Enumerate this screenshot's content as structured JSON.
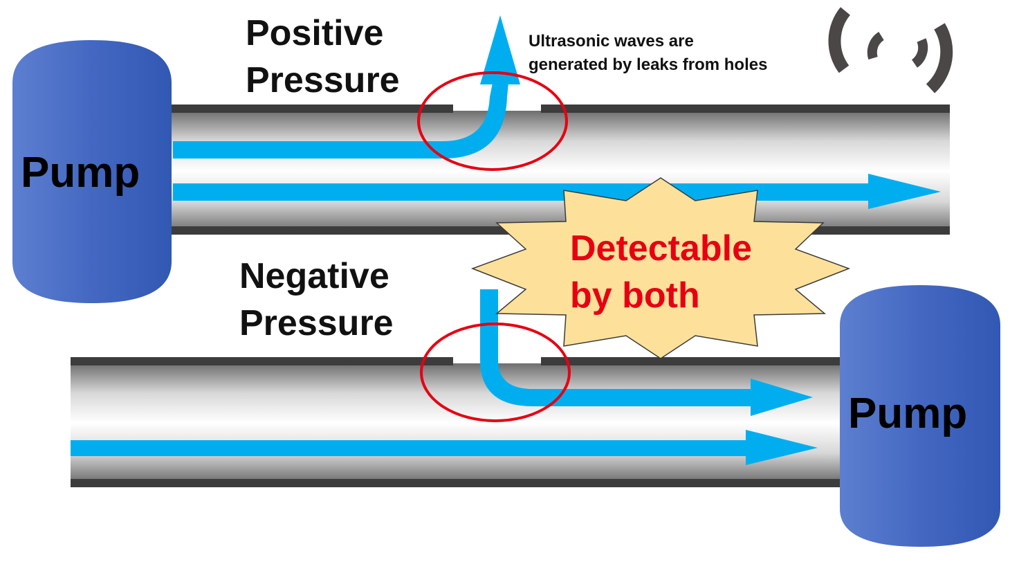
{
  "labels": {
    "positive_pressure": [
      "Positive",
      "Pressure"
    ],
    "negative_pressure": [
      "Negative",
      "Pressure"
    ],
    "ultrasonic_note": [
      "Ultrasonic waves are",
      "generated by leaks from holes"
    ],
    "burst_text": [
      "Detectable",
      "by both"
    ],
    "pump_top": "Pump",
    "pump_bottom": "Pump"
  },
  "colors": {
    "pump_fill": "#3f66c0",
    "flow_arrow": "#00aeef",
    "leak_circle": "#e60012",
    "burst_fill": "#fde19a",
    "burst_text": "#e60012",
    "pipe_wall": "#3c3c3c",
    "wave_icon": "#4a4746"
  },
  "icons": {
    "ultrasonic_waves": "wireless-signal-icon"
  }
}
